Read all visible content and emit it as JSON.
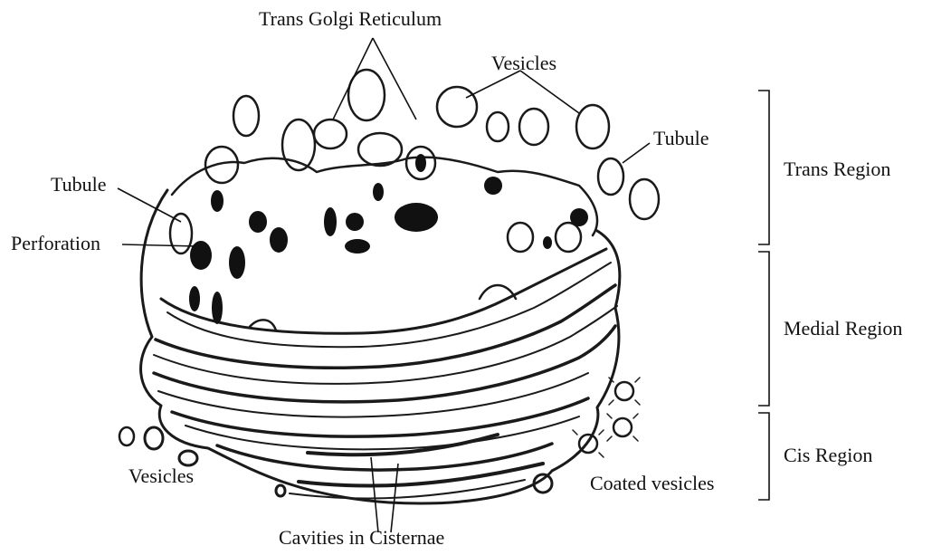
{
  "labels": {
    "trans_golgi_reticulum": "Trans Golgi Reticulum",
    "vesicles_top": "Vesicles",
    "tubule_right": "Tubule",
    "tubule_left": "Tubule",
    "perforation": "Perforation",
    "vesicles_bottom": "Vesicles",
    "coated_vesicles": "Coated vesicles",
    "cavities_in_cisternae": "Cavities in Cisternae"
  },
  "regions": {
    "trans": "Trans Region",
    "medial": "Medial Region",
    "cis": "Cis Region"
  }
}
